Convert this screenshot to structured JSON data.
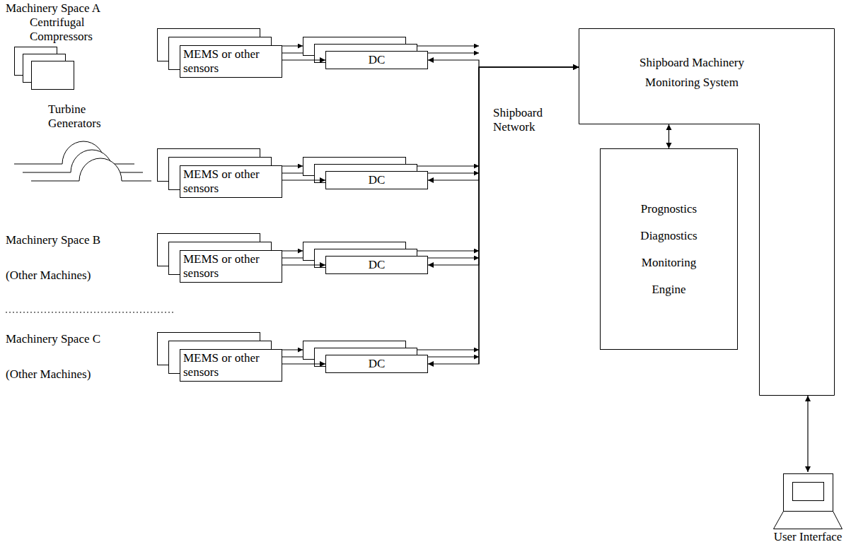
{
  "diagram": {
    "nodes": [
      {
        "text": [
          "MEMS or other sensors"
        ]
      },
      {
        "text": [
          "DC"
        ]
      },
      {
        "text": [
          "MEMS or other sensors"
        ]
      },
      {
        "text": [
          "DC"
        ]
      },
      {
        "text": [
          "MEMS or other sensors"
        ]
      },
      {
        "text": [
          "DC"
        ]
      },
      {
        "text": [
          "MEMS or other sensors"
        ]
      },
      {
        "text": [
          "DC"
        ]
      },
      {
        "text": [
          "Shipboard Machinery Monitoring System"
        ]
      },
      {
        "text": [
          "Prognostics Diagnostics Monitoring Engine"
        ]
      },
      {
        "text": [
          "User Interface"
        ]
      }
    ],
    "edges": [
      {
        "from": 0,
        "to": 1,
        "arrow": "to"
      },
      {
        "from": 2,
        "to": 3,
        "arrow": "to"
      },
      {
        "from": 4,
        "to": 5,
        "arrow": "to"
      },
      {
        "from": 6,
        "to": 7,
        "arrow": "to"
      },
      {
        "from": 1,
        "to": 8,
        "arrow": "both"
      },
      {
        "from": 3,
        "to": 8,
        "arrow": "both"
      },
      {
        "from": 5,
        "to": 8,
        "arrow": "both"
      },
      {
        "from": 7,
        "to": 8,
        "arrow": "both"
      },
      {
        "from": 8,
        "to": 9,
        "arrow": "both"
      },
      {
        "from": 8,
        "to": 10,
        "arrow": "both"
      }
    ],
    "labels": [
      "Machinery Space A",
      "Centrifugal Compressors",
      "Turbine Generators",
      "Machinery Space B",
      "(Other Machines)",
      "Machinery Space C",
      "(Other Machines)",
      "Shipboard Network"
    ]
  }
}
